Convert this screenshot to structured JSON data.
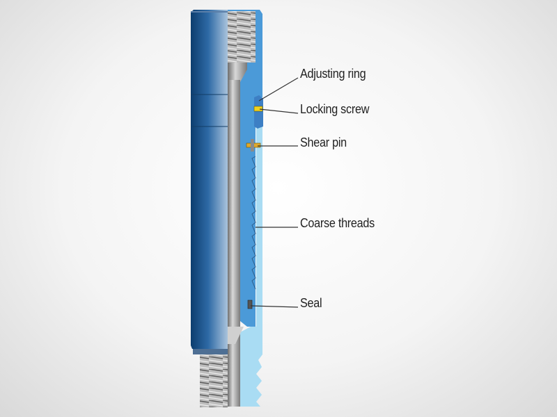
{
  "labels": {
    "adjusting_ring": "Adjusting ring",
    "locking_screw": "Locking screw",
    "shear_pin": "Shear pin",
    "coarse_threads": "Coarse threads",
    "seal": "Seal"
  },
  "colors": {
    "body_dark": "#0c3d6e",
    "body_light": "#a9c4de",
    "section_mid": "#4b9ad8",
    "section_light": "#a9dcf3",
    "steel": "#9a9a9a",
    "pin_yellow": "#f2c21c"
  }
}
